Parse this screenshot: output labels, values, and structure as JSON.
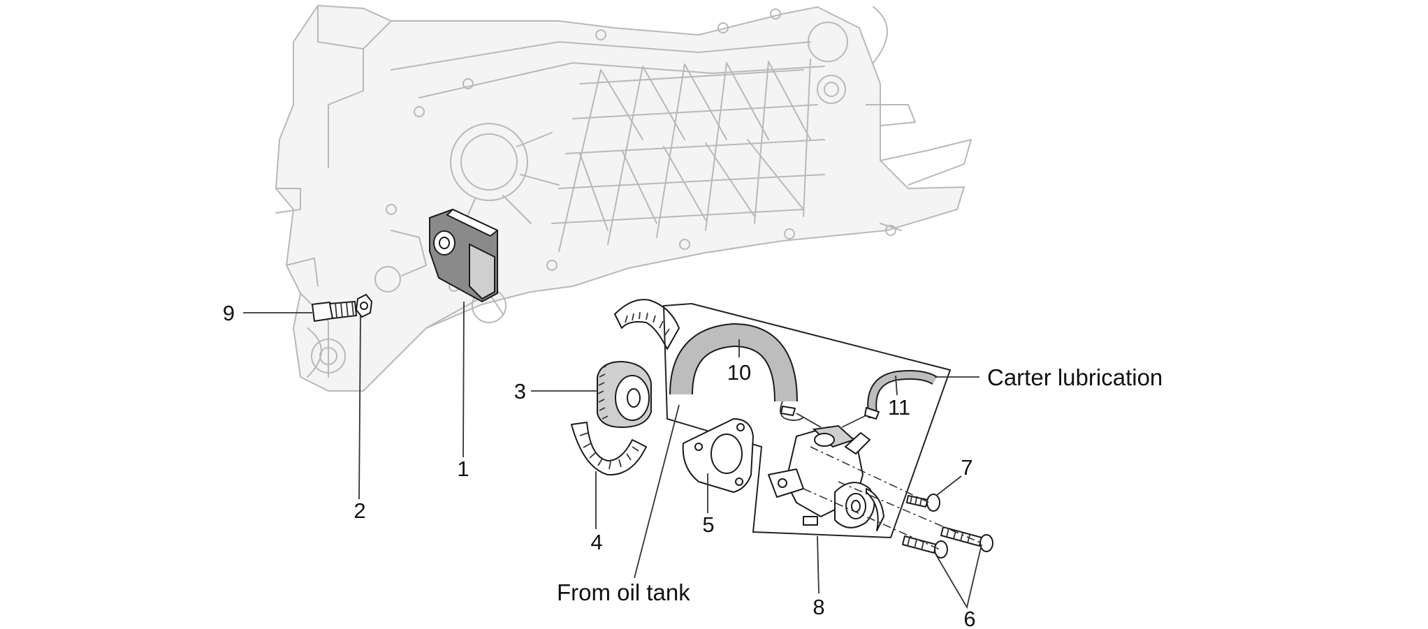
{
  "diagram": {
    "labels": {
      "l1": "1",
      "l2": "2",
      "l3": "3",
      "l4": "4",
      "l5": "5",
      "l6": "6",
      "l7": "7",
      "l8": "8",
      "l9": "9",
      "l10": "10",
      "l11": "11"
    },
    "annotations": {
      "carter": "Carter lubrication",
      "oil_tank": "From oil tank"
    }
  }
}
